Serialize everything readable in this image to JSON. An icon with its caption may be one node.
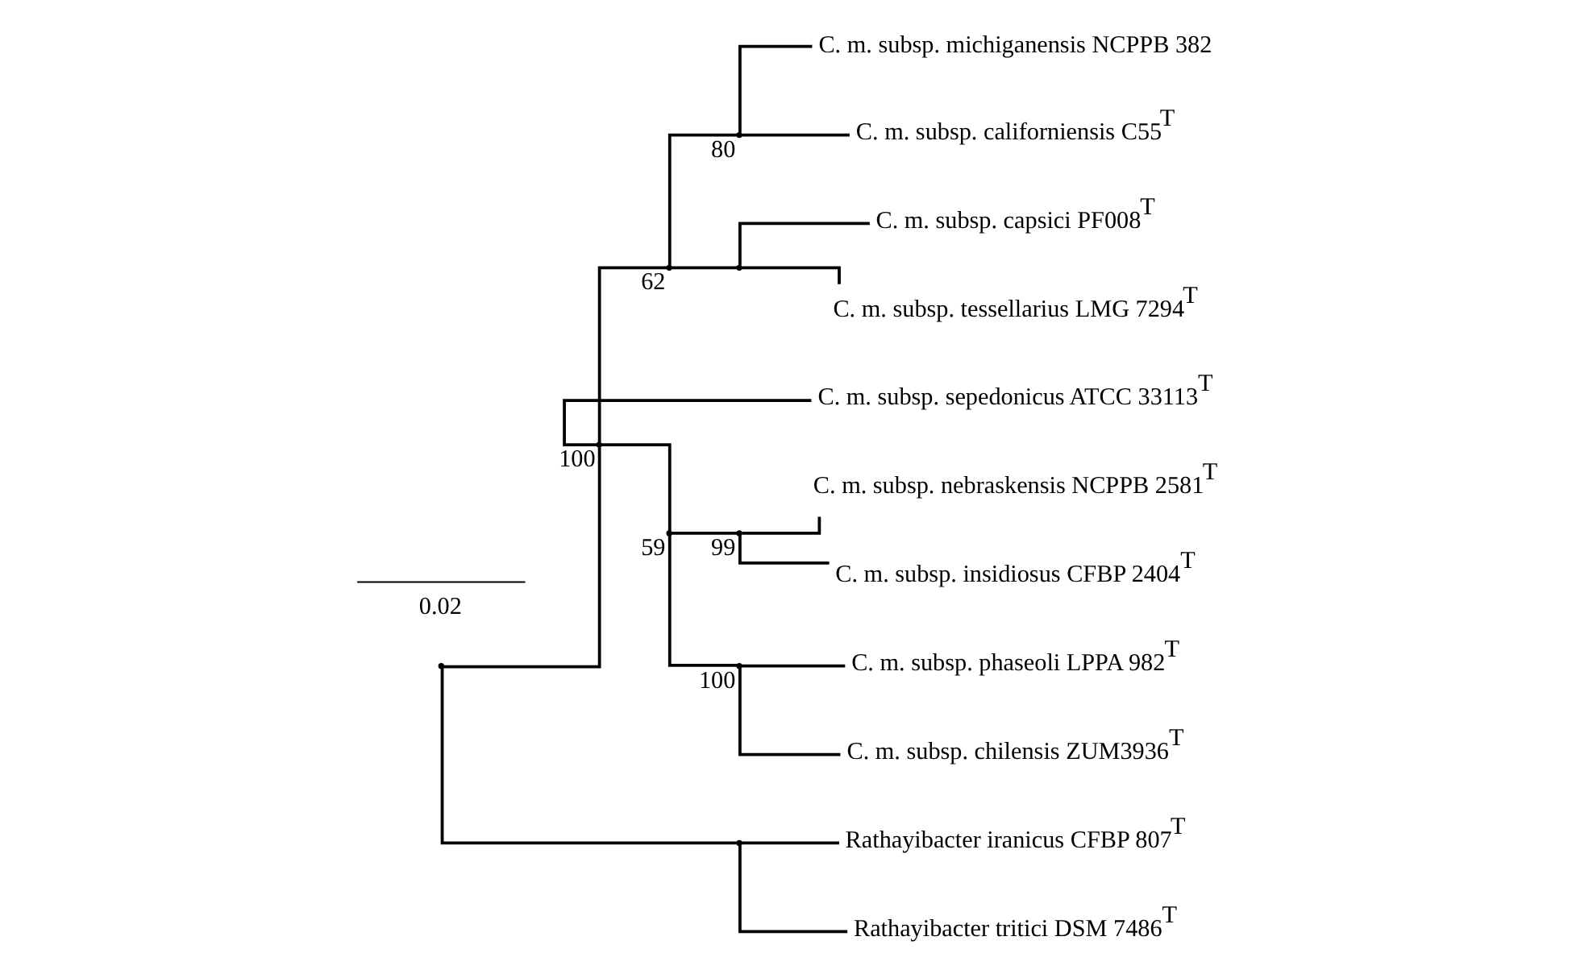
{
  "diagram": {
    "nodes": [
      {
        "text": [],
        "shape": "point"
      },
      {
        "text": [],
        "shape": "point",
        "beside": [
          "100"
        ]
      },
      {
        "text": [],
        "shape": "point",
        "beside": [
          "62"
        ]
      },
      {
        "text": [],
        "shape": "point",
        "beside": [
          "80"
        ]
      },
      {
        "text": [
          "C. m. subsp. michiganensis NCPPB 382"
        ]
      },
      {
        "text": [
          "C. m. subsp. californiensis C55$^{T}$"
        ]
      },
      {
        "text": [],
        "shape": "point"
      },
      {
        "text": [
          "C. m. subsp. capsici PF008$^{T}$"
        ]
      },
      {
        "text": [
          "C. m. subsp. tessellarius LMG 7294$^{T}$"
        ]
      },
      {
        "text": [
          "C. m. subsp. sepedonicus ATCC 33113$^{T}$"
        ]
      },
      {
        "text": [],
        "shape": "point",
        "beside": [
          "59"
        ]
      },
      {
        "text": [],
        "shape": "point",
        "beside": [
          "99"
        ]
      },
      {
        "text": [
          "C. m. subsp. nebraskensis NCPPB 2581$^{T}$"
        ]
      },
      {
        "text": [
          "C. m. subsp. insidiosus CFBP 2404$^{T}$"
        ]
      },
      {
        "text": [],
        "shape": "point",
        "beside": [
          "100"
        ]
      },
      {
        "text": [
          "C. m. subsp. phaseoli LPPA 982$^{T}$"
        ]
      },
      {
        "text": [
          "C. m. subsp. chilensis ZUM3936$^{T}$"
        ]
      },
      {
        "text": [],
        "shape": "point"
      },
      {
        "text": [
          "Rathayibacter iranicus CFBP 807$^{T}$"
        ]
      },
      {
        "text": [
          "Rathayibacter tritici DSM 7486$^{T}$"
        ]
      }
    ],
    "edges": [
      {
        "from": 0,
        "to": 1,
        "arrow": "none"
      },
      {
        "from": 1,
        "to": 2,
        "arrow": "none"
      },
      {
        "from": 2,
        "to": 3,
        "arrow": "none"
      },
      {
        "from": 3,
        "to": 4,
        "arrow": "none"
      },
      {
        "from": 3,
        "to": 5,
        "arrow": "none"
      },
      {
        "from": 2,
        "to": 6,
        "arrow": "none"
      },
      {
        "from": 6,
        "to": 7,
        "arrow": "none"
      },
      {
        "from": 6,
        "to": 8,
        "arrow": "none"
      },
      {
        "from": 1,
        "to": 9,
        "arrow": "none"
      },
      {
        "from": 1,
        "to": 10,
        "arrow": "none"
      },
      {
        "from": 10,
        "to": 11,
        "arrow": "none"
      },
      {
        "from": 11,
        "to": 12,
        "arrow": "none"
      },
      {
        "from": 11,
        "to": 13,
        "arrow": "none"
      },
      {
        "from": 10,
        "to": 14,
        "arrow": "none"
      },
      {
        "from": 14,
        "to": 15,
        "arrow": "none"
      },
      {
        "from": 14,
        "to": 16,
        "arrow": "none"
      },
      {
        "from": 0,
        "to": 17,
        "arrow": "none"
      },
      {
        "from": 17,
        "to": 18,
        "arrow": "none"
      },
      {
        "from": 17,
        "to": 19,
        "arrow": "none"
      }
    ],
    "labels": [
      "0.02"
    ]
  }
}
